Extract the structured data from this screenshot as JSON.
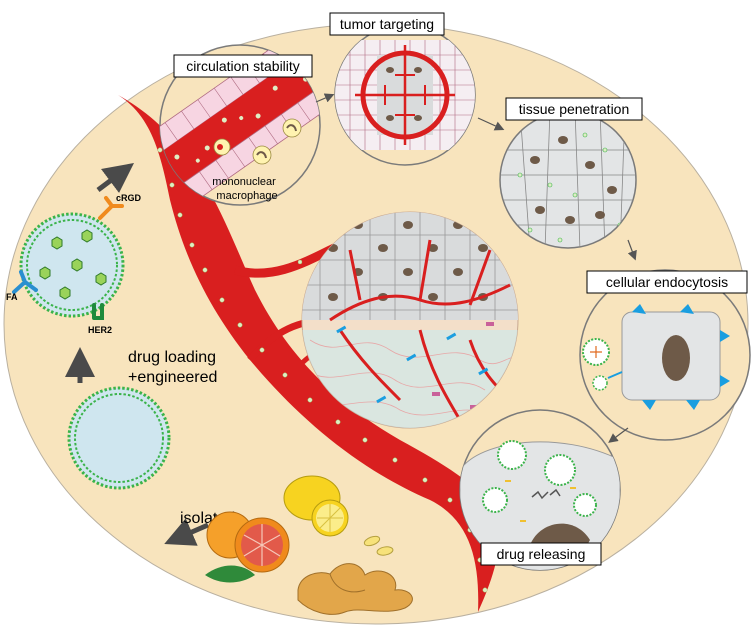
{
  "stages": {
    "circulation": "circulation stability",
    "targeting": "tumor targeting",
    "penetration": "tissue penetration",
    "endocytosis": "cellular endocytosis",
    "releasing": "drug releasing"
  },
  "labels": {
    "macrophage_line1": "mononuclear",
    "macrophage_line2": "macrophage",
    "drug_loading_line1": "drug loading",
    "drug_loading_line2": "+engineered",
    "isolated": "isolated"
  },
  "ligands": {
    "crgd": "cRGD",
    "fa": "FA",
    "her2": "HER2"
  },
  "colors": {
    "background": "#f8e4bd",
    "vessel": "#d91f1f",
    "vesicle_green": "#3ab34a",
    "membrane_fill": "#cfe6ef",
    "tissue_gray": "#d9dbdc",
    "nucleus": "#6e5a48",
    "crgd": "#f08a1c",
    "fa": "#2a8fd0",
    "her2": "#1e8a3c",
    "receptor_blue": "#1a9ee0"
  },
  "icons": [
    "tumor-sphere",
    "blood-vessel",
    "exosome-vesicle",
    "crosshair-target",
    "orange-fruit",
    "lemon-fruit",
    "ginger-root"
  ]
}
